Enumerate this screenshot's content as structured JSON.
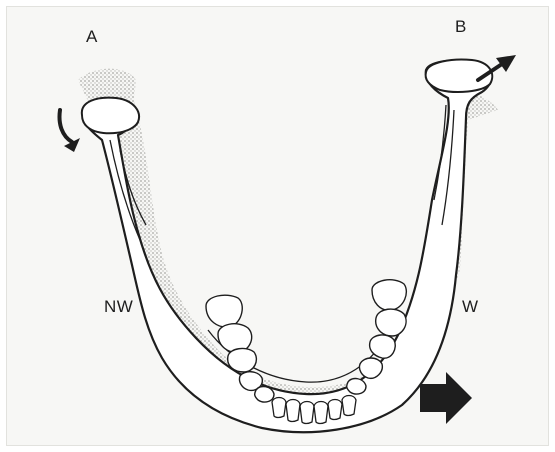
{
  "labels": {
    "a": "A",
    "b": "B",
    "nw": "NW",
    "w": "W"
  },
  "colors": {
    "ink": "#1e1e1e",
    "shadow": "#b9b9b5",
    "paper": "#f7f7f5",
    "bone": "#ffffff"
  }
}
